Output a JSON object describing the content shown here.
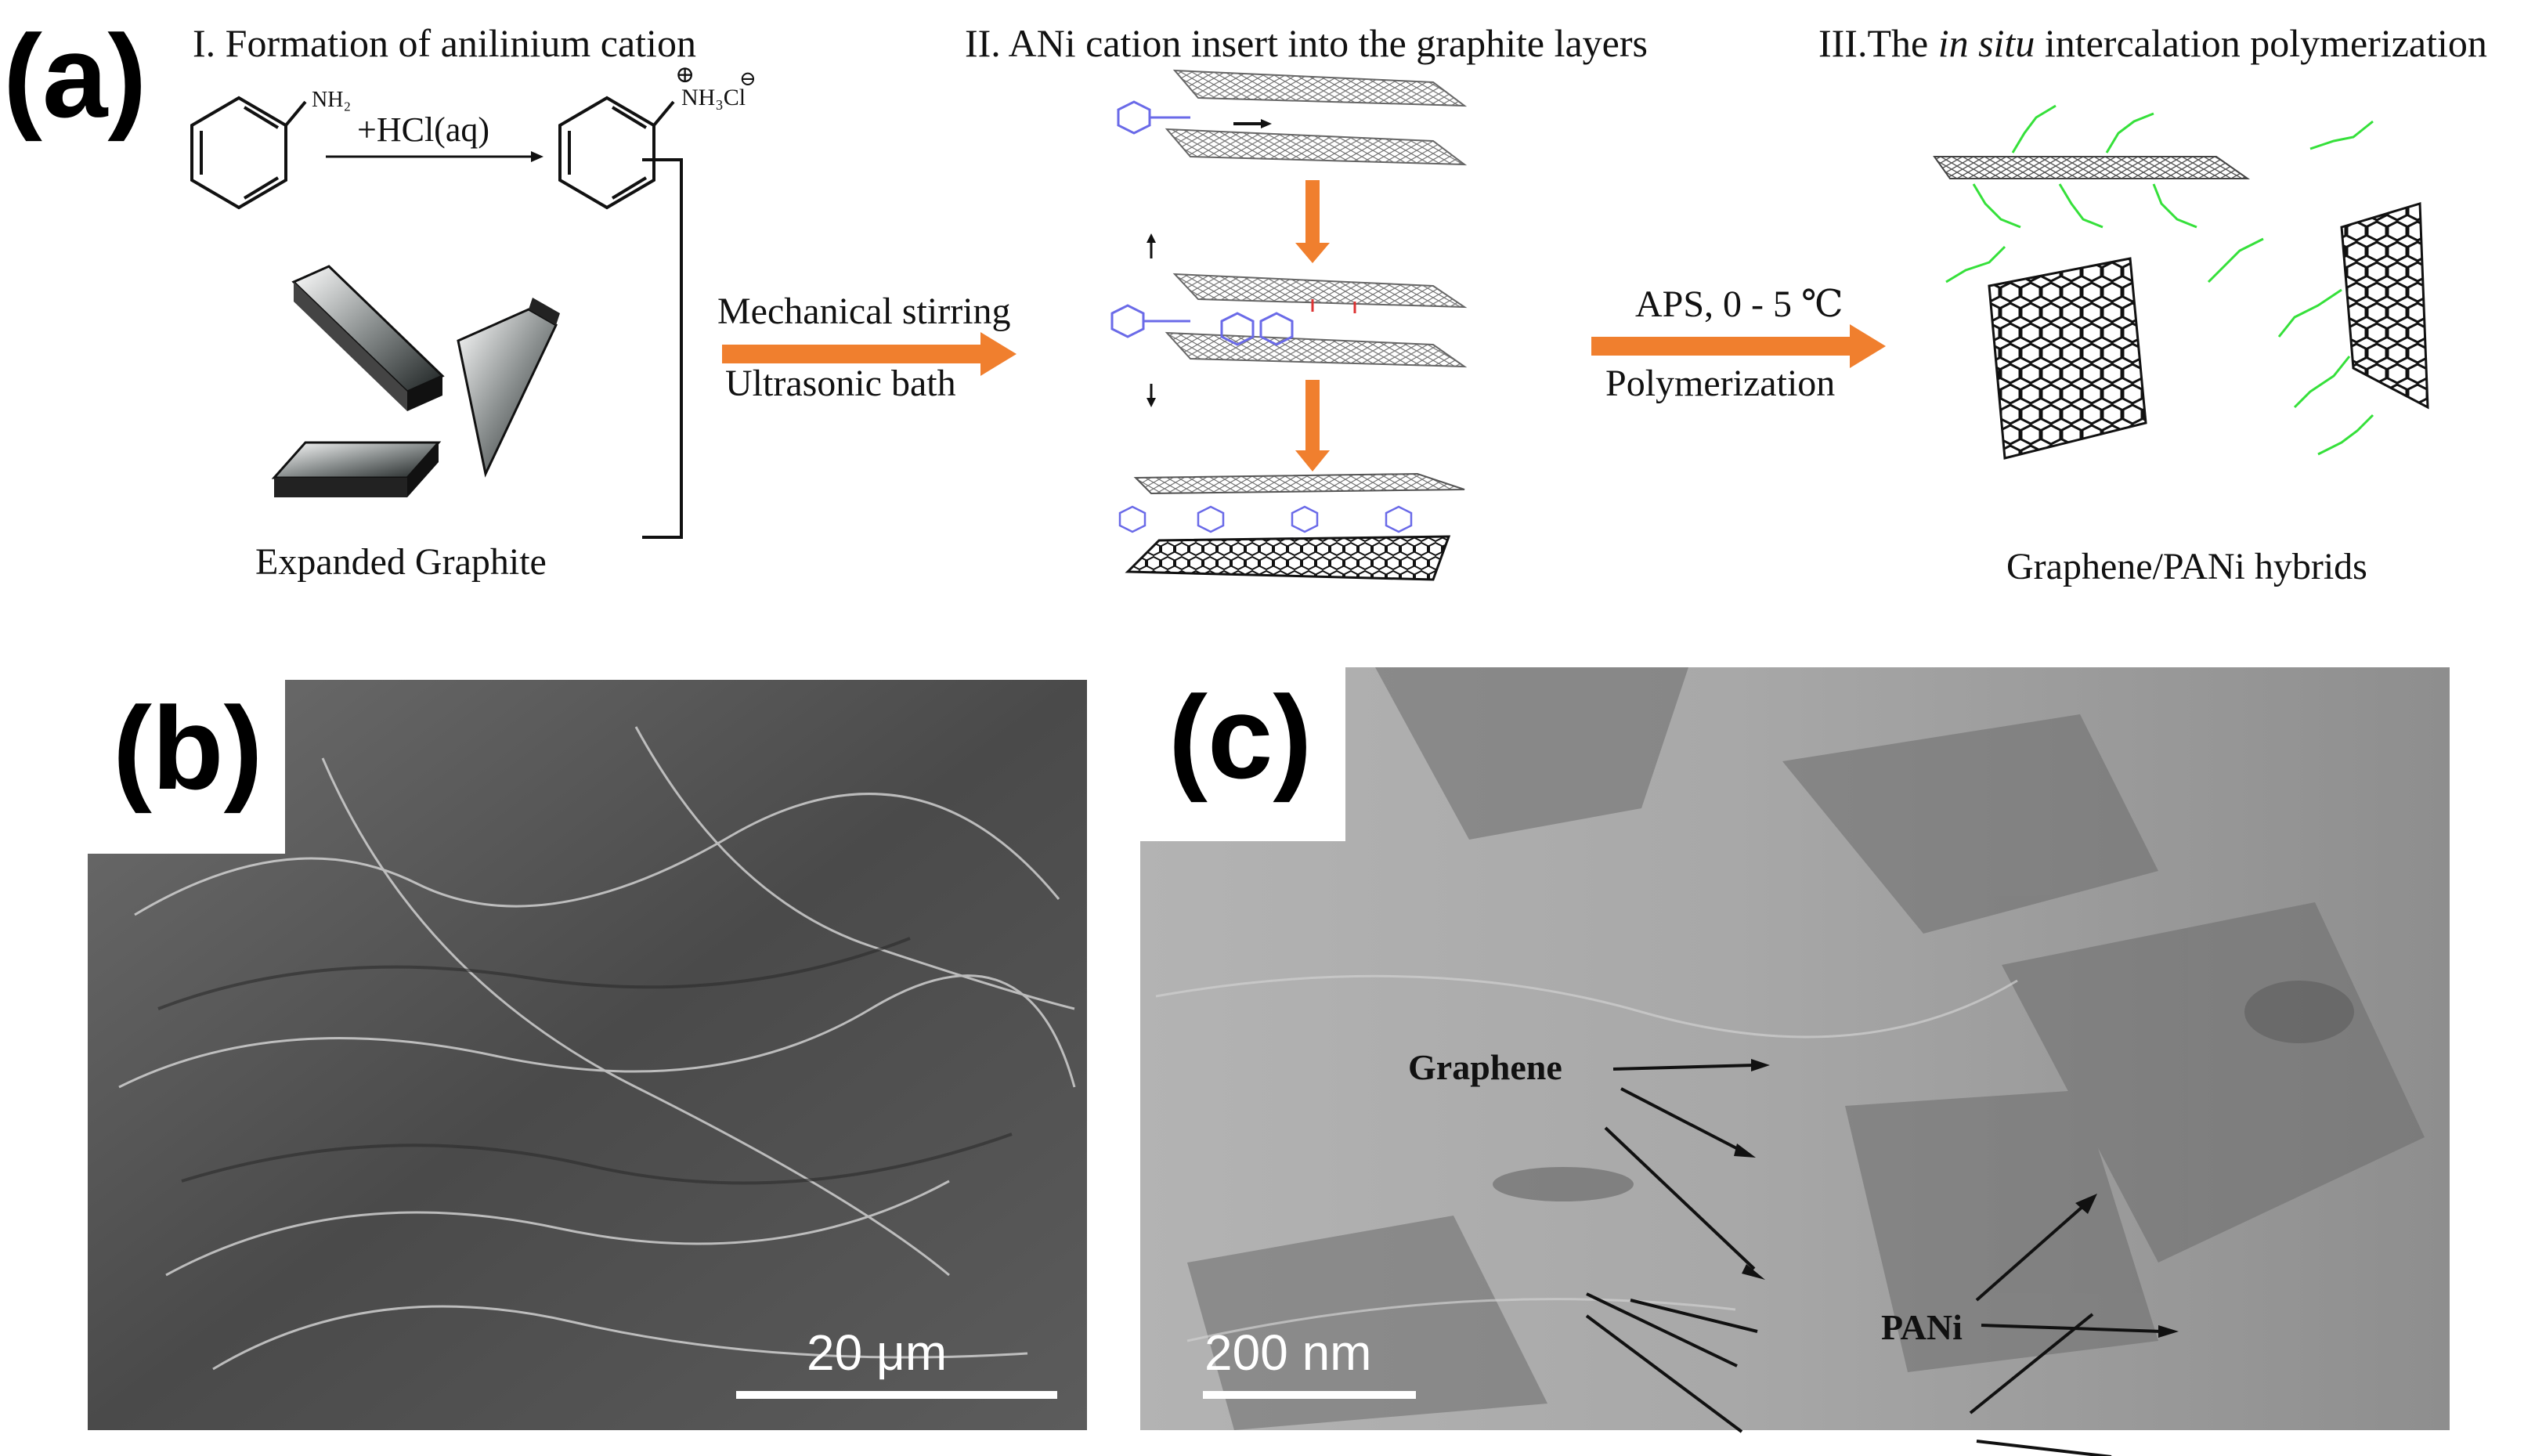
{
  "panels": {
    "a": {
      "letter": "(a)",
      "steps": [
        {
          "title": "I. Formation of anilinium cation"
        },
        {
          "title": "II. ANi cation insert into the graphite layers"
        },
        {
          "title_pre": "III.The ",
          "title_em": "in situ",
          "title_post": " intercalation polymerization"
        }
      ],
      "aniline_label": "NH₂",
      "reagent": "+HCl(aq)",
      "anilinium_charge": "⊕",
      "anilinium_label": "NH₃Cl",
      "chloride_charge": "⊖",
      "expanded_graphite": "Expanded Graphite",
      "arrow1_top": "Mechanical stirring",
      "arrow1_bottom": "Ultrasonic bath",
      "arrow2_top": "APS, 0 - 5 ℃",
      "arrow2_bottom": "Polymerization",
      "product": "Graphene/PANi hybrids",
      "colors": {
        "arrow": "#f07f2e",
        "pani": "#35e03a",
        "ani": "#6a6ae8"
      }
    },
    "b": {
      "letter": "(b)",
      "scale_bar": "20 μm"
    },
    "c": {
      "letter": "(c)",
      "scale_bar": "200 nm",
      "label_graphene": "Graphene",
      "label_pani": "PANi"
    }
  }
}
